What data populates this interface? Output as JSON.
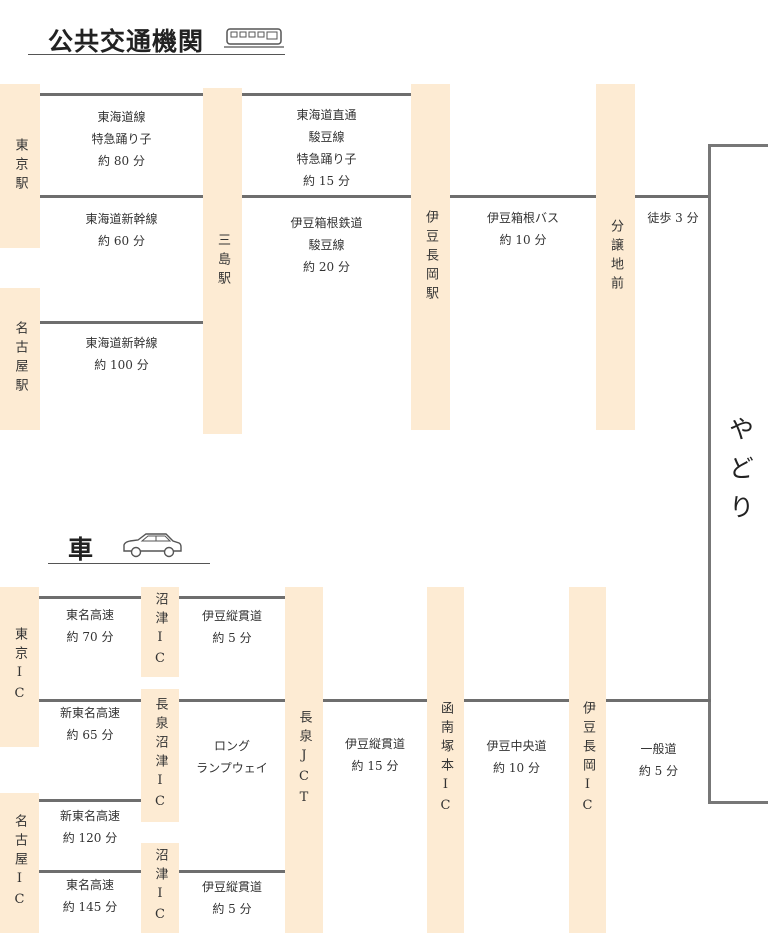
{
  "public": {
    "title": "公共交通機関",
    "nodes": {
      "tokyo": "東京駅",
      "nagoya": "名古屋駅",
      "mishima": "三島駅",
      "izunagaoka": "伊豆長岡駅",
      "bunjo": "分譲地前"
    },
    "routes": {
      "tokyo_mishima_a": [
        "東海道線",
        "特急踊り子",
        "約 80 分"
      ],
      "tokyo_mishima_b": [
        "東海道新幹線",
        "約 60 分"
      ],
      "nagoya_mishima": [
        "東海道新幹線",
        "約 100 分"
      ],
      "mishima_izu_a": [
        "東海道直通",
        "駿豆線",
        "特急踊り子",
        "約 15 分"
      ],
      "mishima_izu_b": [
        "伊豆箱根鉄道",
        "駿豆線",
        "約 20 分"
      ],
      "izu_bunjo": [
        "伊豆箱根バス",
        "約 10 分"
      ],
      "bunjo_dest": [
        "徒歩 3 分"
      ]
    }
  },
  "destination": "やどり",
  "car": {
    "title": "車",
    "nodes": {
      "tokyo_ic": "東京IC",
      "nagoya_ic": "名古屋IC",
      "numazu_ic_1": "沼津IC",
      "nagaizumi_numazu_ic": "長泉沼津IC",
      "numazu_ic_2": "沼津IC",
      "nagaizumi_jct": "長泉JCT",
      "kannami_tsukamoto_ic": "函南塚本IC",
      "izunagaoka_ic": "伊豆長岡IC"
    },
    "routes": {
      "tokyo_numazu": [
        "東名高速",
        "約 70 分"
      ],
      "numazu_jct_1": [
        "伊豆縦貫道",
        "約 5 分"
      ],
      "tokyo_nagaizumi": [
        "新東名高速",
        "約 65 分"
      ],
      "nagaizumi_jct": [
        "ロング",
        "ランプウェイ"
      ],
      "nagoya_nagaizumi": [
        "新東名高速",
        "約 120 分"
      ],
      "nagoya_numazu": [
        "東名高速",
        "約 145 分"
      ],
      "numazu_jct_2": [
        "伊豆縦貫道",
        "約 5 分"
      ],
      "jct_kannami": [
        "伊豆縦貫道",
        "約 15 分"
      ],
      "kannami_izu": [
        "伊豆中央道",
        "約 10 分"
      ],
      "izu_dest": [
        "一般道",
        "約 5 分"
      ]
    }
  }
}
